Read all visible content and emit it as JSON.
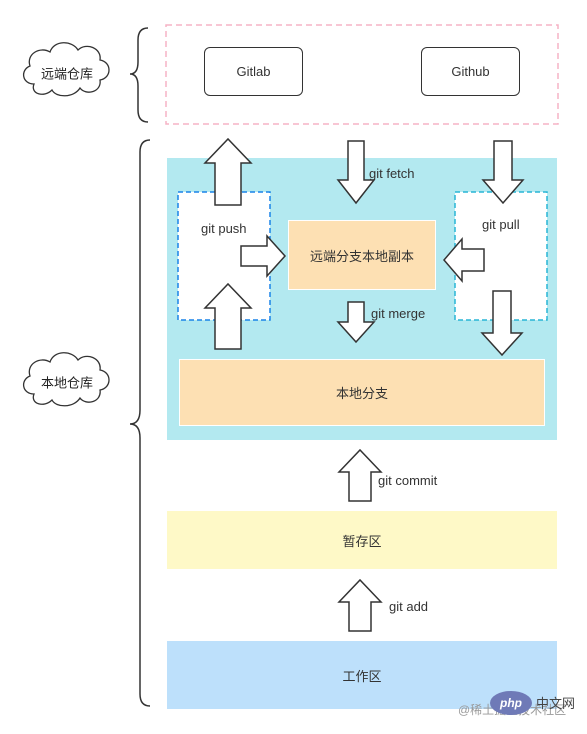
{
  "clouds": {
    "remote": "远端仓库",
    "local": "本地仓库"
  },
  "remote": {
    "gitlab": "Gitlab",
    "github": "Github"
  },
  "local": {
    "remote_copy": "远端分支本地副本",
    "local_branch": "本地分支"
  },
  "staging": "暂存区",
  "workspace": "工作区",
  "ops": {
    "push": "git push",
    "fetch": "git fetch",
    "pull": "git pull",
    "merge": "git merge",
    "commit": "git commit",
    "add": "git add"
  },
  "colors": {
    "local_bg": "#b3e9f0",
    "branch_bg": "#fde0b3",
    "staging_bg": "#fef9c7",
    "workspace_bg": "#bde0fb",
    "remote_border": "#f5b4c5",
    "push_border": "#1a84e8",
    "pull_border": "#29b6d6"
  },
  "watermark": {
    "text": "@稀土掘金技术社区",
    "logo": "php",
    "site": "中文网"
  }
}
